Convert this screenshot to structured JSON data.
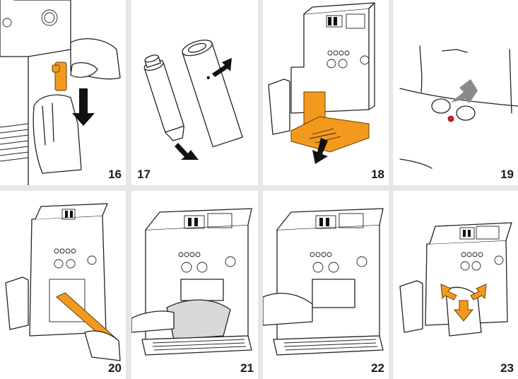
{
  "colors": {
    "accent": "#f39a1e",
    "background": "#e6e6e6",
    "panel": "#ffffff",
    "text": "#1a1a1a",
    "alert": "#d0202a"
  },
  "steps": [
    {
      "number": "16"
    },
    {
      "number": "17"
    },
    {
      "number": "18"
    },
    {
      "number": "19"
    },
    {
      "number": "20"
    },
    {
      "number": "21"
    },
    {
      "number": "22"
    },
    {
      "number": "23"
    }
  ]
}
